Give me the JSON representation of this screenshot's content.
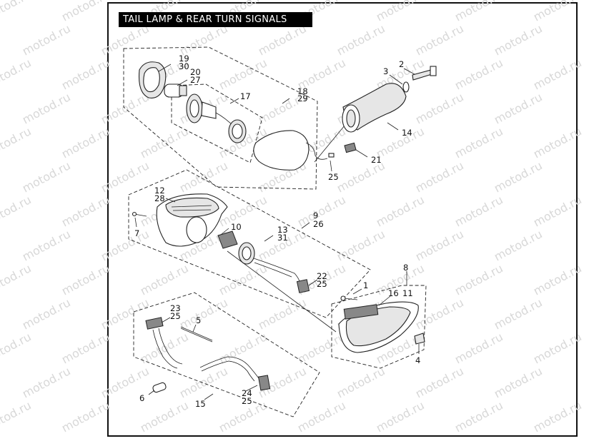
{
  "title": "TAIL LAMP & REAR TURN SIGNALS",
  "watermark": "motod.ru",
  "callouts": [
    {
      "id": "c-19",
      "text": "19"
    },
    {
      "id": "c-30",
      "text": "30"
    },
    {
      "id": "c-20",
      "text": "20"
    },
    {
      "id": "c-27",
      "text": "27"
    },
    {
      "id": "c-17",
      "text": "17"
    },
    {
      "id": "c-18",
      "text": "18"
    },
    {
      "id": "c-29",
      "text": "29"
    },
    {
      "id": "c-2",
      "text": "2"
    },
    {
      "id": "c-3",
      "text": "3"
    },
    {
      "id": "c-14",
      "text": "14"
    },
    {
      "id": "c-21",
      "text": "21"
    },
    {
      "id": "c-25a",
      "text": "25"
    },
    {
      "id": "c-12",
      "text": "12"
    },
    {
      "id": "c-28",
      "text": "28"
    },
    {
      "id": "c-7",
      "text": "7"
    },
    {
      "id": "c-10",
      "text": "10"
    },
    {
      "id": "c-13",
      "text": "13"
    },
    {
      "id": "c-31",
      "text": "31"
    },
    {
      "id": "c-9",
      "text": "9"
    },
    {
      "id": "c-26",
      "text": "26"
    },
    {
      "id": "c-22",
      "text": "22"
    },
    {
      "id": "c-25b",
      "text": "25"
    },
    {
      "id": "c-1",
      "text": "1"
    },
    {
      "id": "c-8",
      "text": "8"
    },
    {
      "id": "c-16",
      "text": "16"
    },
    {
      "id": "c-11",
      "text": "11"
    },
    {
      "id": "c-4",
      "text": "4"
    },
    {
      "id": "c-23",
      "text": "23"
    },
    {
      "id": "c-25c",
      "text": "25"
    },
    {
      "id": "c-5",
      "text": "5"
    },
    {
      "id": "c-6",
      "text": "6"
    },
    {
      "id": "c-15",
      "text": "15"
    },
    {
      "id": "c-24",
      "text": "24"
    },
    {
      "id": "c-25d",
      "text": "25"
    }
  ]
}
